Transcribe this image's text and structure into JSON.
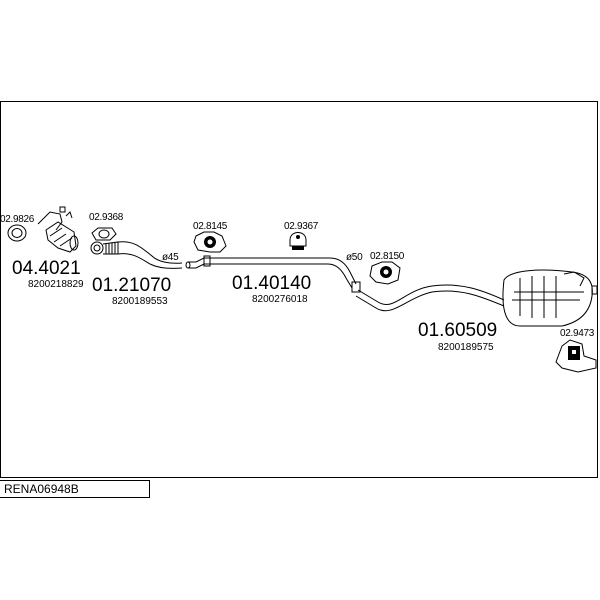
{
  "diagram": {
    "code": "RENA06948B",
    "parts": [
      {
        "id": "gasket",
        "ref": "02.9826"
      },
      {
        "id": "catalyst",
        "ref": "04.4021",
        "oem": "8200218829"
      },
      {
        "id": "flange-gasket",
        "ref": "02.9368"
      },
      {
        "id": "front-pipe",
        "ref": "01.21070",
        "oem": "8200189553"
      },
      {
        "id": "hanger-1",
        "ref": "02.8145"
      },
      {
        "id": "hanger-2",
        "ref": "02.9367"
      },
      {
        "id": "middle-pipe",
        "ref": "01.40140",
        "oem": "8200276018"
      },
      {
        "id": "hanger-3",
        "ref": "02.8150"
      },
      {
        "id": "rear-silencer",
        "ref": "01.60509",
        "oem": "8200189575"
      },
      {
        "id": "bracket",
        "ref": "02.9473"
      }
    ],
    "diameters": [
      "ø45",
      "ø50"
    ]
  }
}
